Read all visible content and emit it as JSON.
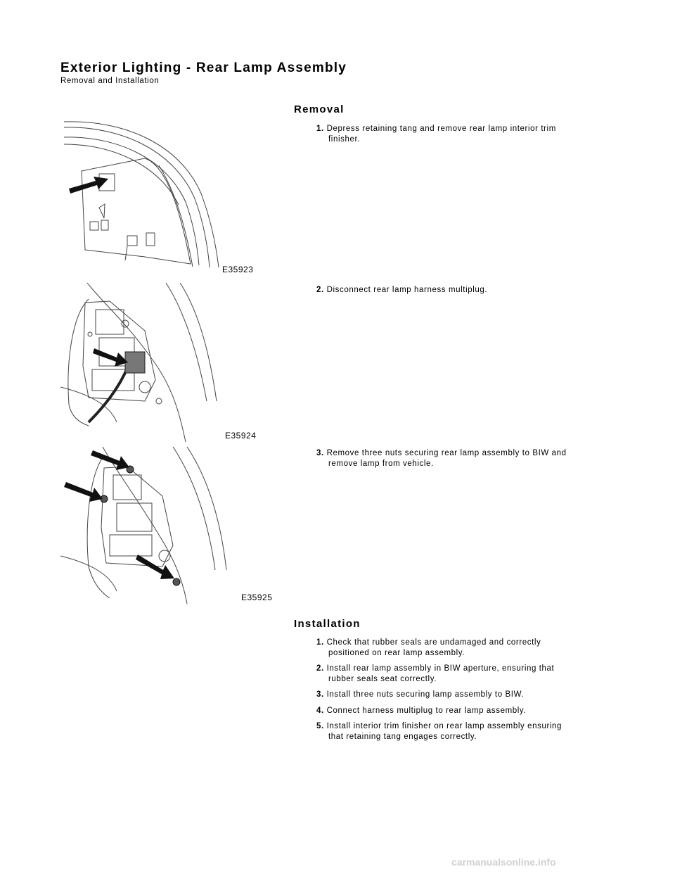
{
  "header": {
    "title": "Exterior Lighting - Rear Lamp Assembly",
    "subtitle": "Removal and Installation"
  },
  "removal": {
    "heading": "Removal",
    "steps": [
      {
        "num": "1.",
        "line1": "Depress retaining tang and remove rear lamp interior trim",
        "line2": "finisher.",
        "figure_id": "E35923"
      },
      {
        "num": "2.",
        "line1": "Disconnect rear lamp harness multiplug.",
        "line2": "",
        "figure_id": "E35924"
      },
      {
        "num": "3.",
        "line1": "Remove three nuts securing rear lamp assembly to BIW and",
        "line2": "remove lamp from vehicle.",
        "figure_id": "E35925"
      }
    ]
  },
  "installation": {
    "heading": "Installation",
    "steps": [
      {
        "num": "1.",
        "line1": "Check that rubber seals are undamaged and correctly",
        "line2": "positioned on rear lamp assembly."
      },
      {
        "num": "2.",
        "line1": "Install rear lamp assembly in BIW aperture, ensuring that",
        "line2": "rubber seals seat correctly."
      },
      {
        "num": "3.",
        "line1": "Install three nuts securing lamp assembly to BIW.",
        "line2": ""
      },
      {
        "num": "4.",
        "line1": "Connect harness multiplug to rear lamp assembly.",
        "line2": ""
      },
      {
        "num": "5.",
        "line1": "Install interior trim finisher on rear lamp assembly ensuring",
        "line2": "that retaining tang engages correctly."
      }
    ]
  },
  "footer": {
    "watermark": "carmanualsonline.info"
  }
}
